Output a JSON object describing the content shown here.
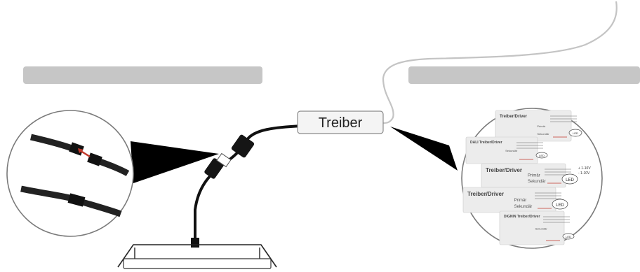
{
  "driver_label": "Treiber",
  "cards": [
    {
      "title": "Treiber/Driver",
      "rows": [
        "Primär",
        "Sekundär"
      ],
      "led": "LED"
    },
    {
      "title": "DALI Treiber/Driver",
      "rows": [
        "Sekundär"
      ],
      "led": "LED"
    },
    {
      "title": "Treiber/Driver",
      "rows": [
        "Primär",
        "Sekundär"
      ],
      "led": "LED",
      "dim": [
        "+ 1-10V",
        "- 1-10V"
      ]
    },
    {
      "title": "Treiber/Driver",
      "rows": [
        "Primär",
        "Sekundär"
      ],
      "led": "LED"
    },
    {
      "title": "DIGNIN Treiber/Driver",
      "rows": [
        "Sekundär"
      ],
      "led": "LED"
    }
  ],
  "colors": {
    "ceiling": "#c6c6c6",
    "cable": "#111111",
    "wire": "#bdbdbd",
    "accent": "#c0392b"
  }
}
